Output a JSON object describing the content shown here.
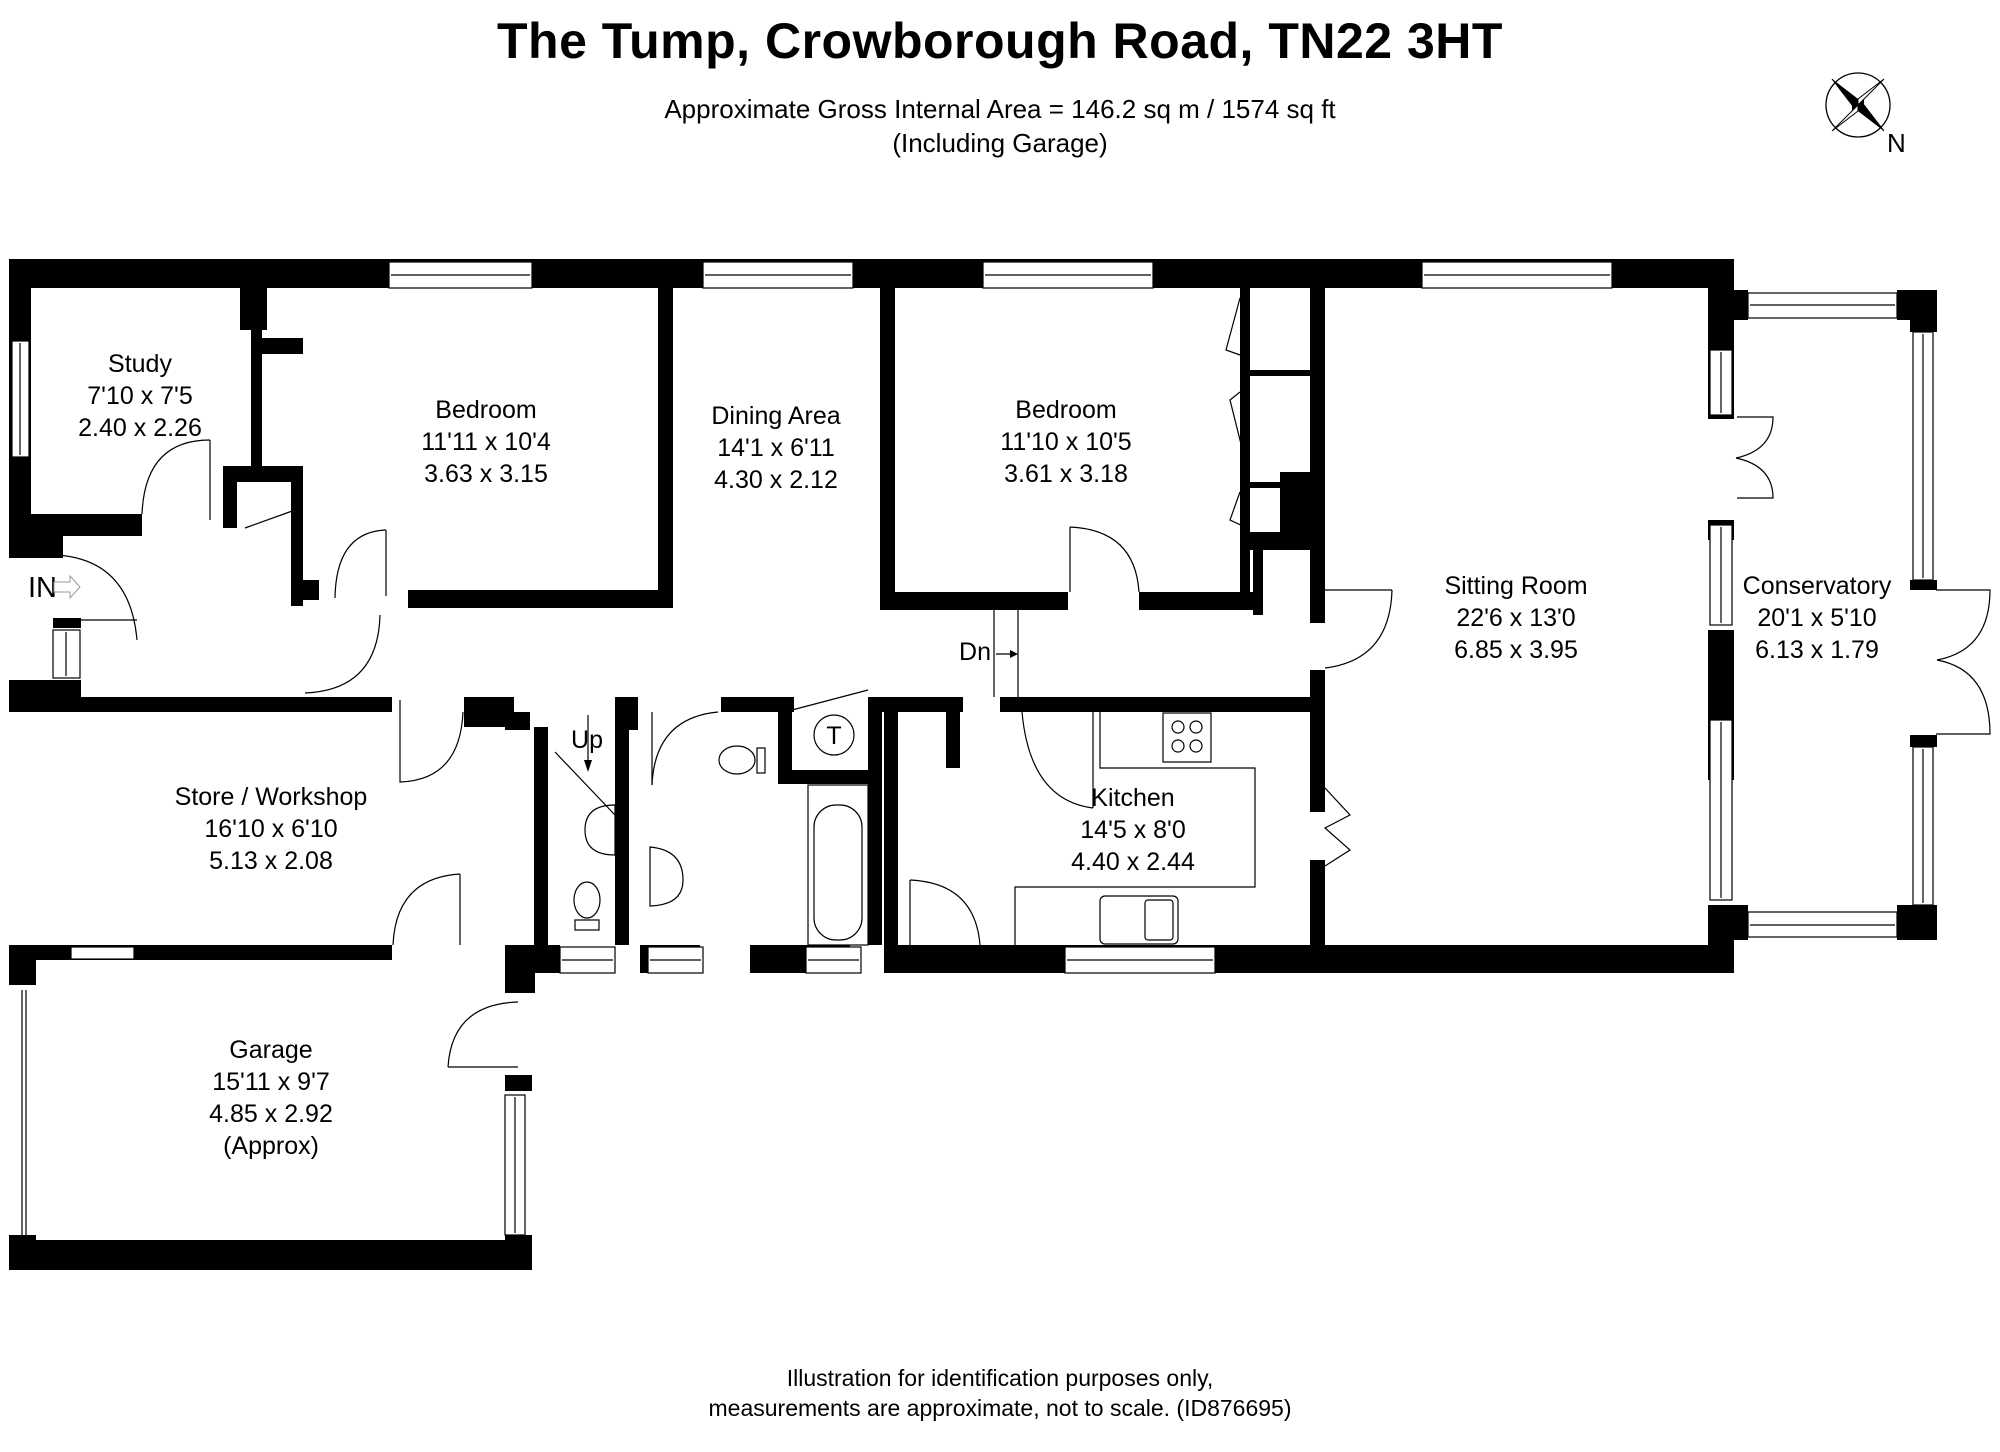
{
  "header": {
    "title": "The Tump, Crowborough Road, TN22 3HT",
    "area_line": "Approximate Gross Internal Area = 146.2 sq m / 1574 sq ft",
    "area_note": "(Including Garage)"
  },
  "compass": {
    "label": "N",
    "icon": "compass-rose-icon"
  },
  "entrance": {
    "label": "IN",
    "icon": "arrow-right-icon"
  },
  "stairs": {
    "down_label": "Dn",
    "up_label": "Up"
  },
  "tank": {
    "label": "T"
  },
  "rooms": [
    {
      "name": "Study",
      "imperial": "7'10 x 7'5",
      "metric": "2.40 x 2.26"
    },
    {
      "name": "Bedroom",
      "imperial": "11'11 x 10'4",
      "metric": "3.63 x 3.15"
    },
    {
      "name": "Dining Area",
      "imperial": "14'1 x 6'11",
      "metric": "4.30 x 2.12"
    },
    {
      "name": "Bedroom",
      "imperial": "11'10 x 10'5",
      "metric": "3.61 x 3.18"
    },
    {
      "name": "Sitting Room",
      "imperial": "22'6 x 13'0",
      "metric": "6.85 x 3.95"
    },
    {
      "name": "Conservatory",
      "imperial": "20'1 x 5'10",
      "metric": "6.13 x 1.79"
    },
    {
      "name": "Store / Workshop",
      "imperial": "16'10 x 6'10",
      "metric": "5.13 x 2.08"
    },
    {
      "name": "Kitchen",
      "imperial": "14'5 x 8'0",
      "metric": "4.40 x 2.44"
    },
    {
      "name": "Garage",
      "imperial": "15'11 x 9'7",
      "metric": "4.85 x 2.92",
      "note": "(Approx)"
    }
  ],
  "footer": {
    "line1": "Illustration for identification purposes only,",
    "line2": "measurements are approximate, not to scale. (ID876695)"
  }
}
